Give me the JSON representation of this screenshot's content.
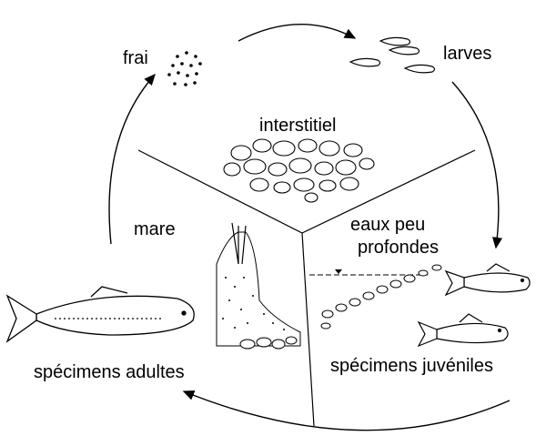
{
  "labels": {
    "spawn": "frai",
    "larvae": "larves",
    "interstitial": "interstitiel",
    "pond": "mare",
    "shallow_water_line1": "eaux peu",
    "shallow_water_line2": "profondes",
    "adults": "spécimens adultes",
    "juveniles": "spécimens juvéniles"
  }
}
